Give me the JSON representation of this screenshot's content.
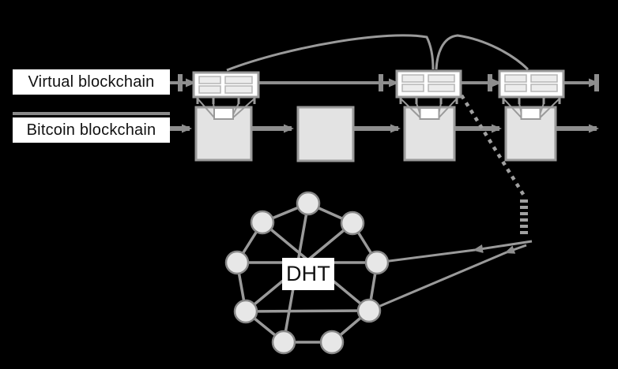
{
  "labels": {
    "virtual_chain": "Virtual blockchain",
    "bitcoin_chain": "Bitcoin blockchain",
    "dht": "DHT"
  },
  "diagram": {
    "virtual_block_count": 3,
    "bitcoin_block_count": 4,
    "dht_node_count": 9,
    "description_parts": {
      "virtual_layer": "virtual blockchain lane with record blocks linked by skip arcs",
      "bitcoin_layer": "bitcoin blockchain lane with anchored gray blocks",
      "dht_layer": "distributed hash table ring storing data referenced by dashed hash pointer"
    }
  },
  "colors": {
    "background": "#000000",
    "line_gray": "#8e8e8e",
    "arc_gray": "#9a9a9a",
    "dash_gray": "#a0a0a0",
    "bitcoin_block_fill": "#e3e3e3",
    "block_border": "#9a9a9a",
    "virtual_block_fill": "#ffffff",
    "record_cell_fill": "#ececec",
    "dht_node_fill": "#e7e7e7",
    "dht_node_border": "#878787",
    "label_bg": "#ffffff",
    "label_text": "#111111"
  }
}
